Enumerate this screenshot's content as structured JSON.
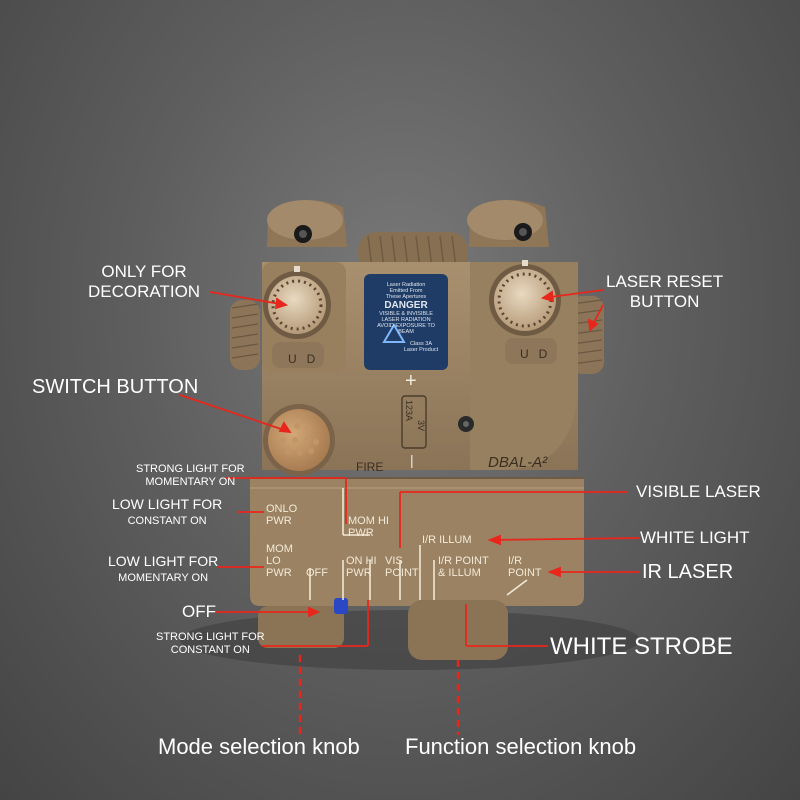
{
  "device": {
    "model": "DBAL-A²",
    "fire_label": "FIRE",
    "battery": {
      "type": "123A",
      "voltage": "3V",
      "plus": "+",
      "minus": "|"
    },
    "warning_label": {
      "line1": "Laser Radiation",
      "line2": "Emitted From",
      "line3": "These Apertures",
      "danger": "DANGER",
      "line4": "VISIBLE & INVISIBLE",
      "line5": "LASER RADIATION",
      "line6": "AVOID EXPOSURE TO",
      "line7": "BEAM",
      "line8": "Class 3A",
      "line9": "Laser Product"
    },
    "knob_letters": {
      "up": "U",
      "down": "D"
    },
    "mode_positions": {
      "on_lo": "ONLO",
      "on_lo_pwr": "PWR",
      "mom_hi": "MOM HI",
      "mom_hi_pwr": "PWR",
      "mom_lo": "MOM",
      "mom_lo_2": "LO",
      "mom_lo_pwr": "PWR",
      "off": "OFF",
      "on_hi": "ON HI",
      "on_hi_pwr": "PWR"
    },
    "function_positions": {
      "vis": "VIS",
      "vis_point": "POINT",
      "ir_illum": "I/R ILLUM",
      "ir_point_illum_1": "I/R POINT",
      "ir_point_illum_2": "& ILLUM",
      "ir_point_1": "I/R",
      "ir_point_2": "POINT"
    }
  },
  "annotations": {
    "only_for_decoration_1": "ONLY FOR",
    "only_for_decoration_2": "DECORATION",
    "laser_reset_1": "LASER RESET",
    "laser_reset_2": "BUTTON",
    "switch_button": "SWITCH BUTTON",
    "strong_momentary_1": "STRONG LIGHT FOR",
    "strong_momentary_2": "MOMENTARY ON",
    "low_constant_1": "LOW LIGHT FOR",
    "low_constant_2": "CONSTANT ON",
    "low_momentary_1": "LOW LIGHT FOR",
    "low_momentary_2": "MOMENTARY ON",
    "off": "OFF",
    "strong_constant_1": "STRONG LIGHT FOR",
    "strong_constant_2": "CONSTANT ON",
    "visible_laser": "VISIBLE LASER",
    "white_light": "WHITE LIGHT",
    "ir_laser": "IR LASER",
    "white_strobe": "WHITE STROBE",
    "mode_knob": "Mode selection knob",
    "function_knob": "Function selection knob"
  },
  "colors": {
    "body": "#9c8466",
    "body_shadow": "#6e5b45",
    "arrow": "#e8261c",
    "label_text": "#ffffff",
    "warning_blue": "#1f3c66"
  }
}
